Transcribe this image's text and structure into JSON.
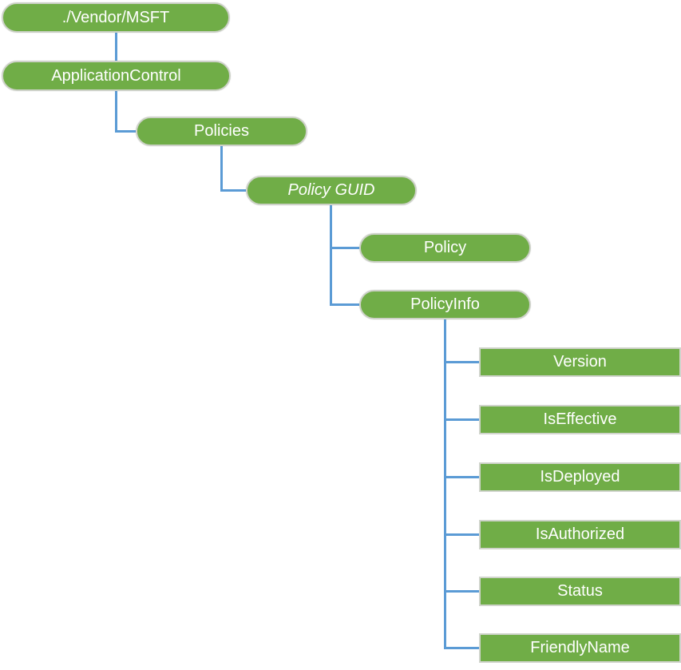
{
  "diagram": {
    "description": "CSP node tree",
    "colors": {
      "node_fill": "#70AD47",
      "node_text": "#FFFFFF",
      "connector": "#5B9BD5",
      "node_outline": "#CDD1C8"
    },
    "nodes": [
      {
        "label": "./Vendor/MSFT",
        "shape": "pill",
        "level": 0,
        "parent": null
      },
      {
        "label": "ApplicationControl",
        "shape": "pill",
        "level": 1,
        "parent": "./Vendor/MSFT"
      },
      {
        "label": "Policies",
        "shape": "pill",
        "level": 2,
        "parent": "ApplicationControl"
      },
      {
        "label": "Policy GUID",
        "shape": "pill",
        "level": 3,
        "parent": "Policies",
        "style": "italic"
      },
      {
        "label": "Policy",
        "shape": "pill",
        "level": 4,
        "parent": "Policy GUID"
      },
      {
        "label": "PolicyInfo",
        "shape": "pill",
        "level": 4,
        "parent": "Policy GUID"
      },
      {
        "label": "Version",
        "shape": "rect",
        "level": 5,
        "parent": "PolicyInfo"
      },
      {
        "label": "IsEffective",
        "shape": "rect",
        "level": 5,
        "parent": "PolicyInfo"
      },
      {
        "label": "IsDeployed",
        "shape": "rect",
        "level": 5,
        "parent": "PolicyInfo"
      },
      {
        "label": "IsAuthorized",
        "shape": "rect",
        "level": 5,
        "parent": "PolicyInfo"
      },
      {
        "label": "Status",
        "shape": "rect",
        "level": 5,
        "parent": "PolicyInfo"
      },
      {
        "label": "FriendlyName",
        "shape": "rect",
        "level": 5,
        "parent": "PolicyInfo"
      }
    ]
  }
}
